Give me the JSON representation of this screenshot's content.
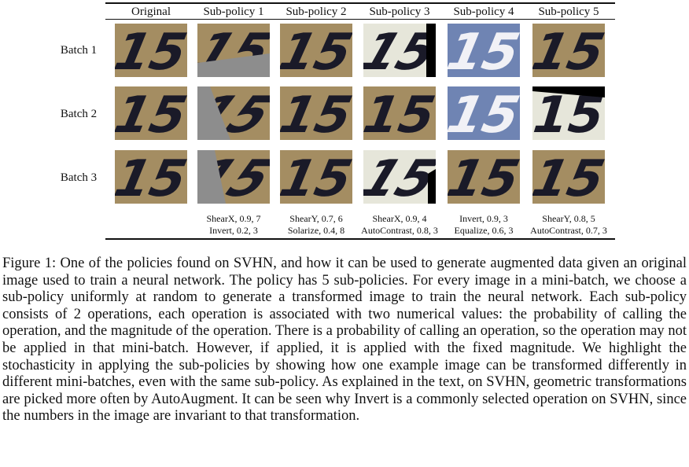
{
  "columns": [
    "Original",
    "Sub-policy 1",
    "Sub-policy 2",
    "Sub-policy 3",
    "Sub-policy 4",
    "Sub-policy 5"
  ],
  "rows": [
    "Batch 1",
    "Batch 2",
    "Batch 3"
  ],
  "tile_text": "15",
  "sub_policy_ops": [
    {
      "op1": "ShearX, 0.9, 7",
      "op2": "Invert, 0.2, 3"
    },
    {
      "op1": "ShearY, 0.7, 6",
      "op2": "Solarize, 0.4, 8"
    },
    {
      "op1": "ShearX, 0.9, 4",
      "op2": "AutoContrast, 0.8, 3"
    },
    {
      "op1": "Invert, 0.9, 3",
      "op2": "Equalize, 0.6, 3"
    },
    {
      "op1": "ShearY, 0.8, 5",
      "op2": "AutoContrast, 0.7, 3"
    }
  ],
  "caption": {
    "label": "Figure 1:",
    "text": "One of the policies found on SVHN, and how it can be used to generate augmented data given an original image used to train a neural network. The policy has 5 sub-policies. For every image in a mini-batch, we choose a sub-policy uniformly at random to generate a transformed image to train the neural network. Each sub-policy consists of 2 operations, each operation is associated with two numerical values: the probability of calling the operation, and the magnitude of the operation. There is a probability of calling an operation, so the operation may not be applied in that mini-batch. However, if applied, it is applied with the fixed magnitude. We highlight the stochasticity in applying the sub-policies by showing how one example image can be transformed differently in different mini-batches, even with the same sub-policy. As explained in the text, on SVHN, geometric transformations are picked more often by AutoAugment. It can be seen why Invert is a commonly selected operation on SVHN, since the numbers in the image are invariant to that transformation."
  },
  "colors": {
    "tan_bg": "#a48d62",
    "dark_digit": "#1a1a28",
    "gray_fill": "#8d8d8d",
    "light_bg": "#e6e6da",
    "blue_bg": "#6f84b3",
    "white_digit": "#f1f1f6",
    "black_fill": "#000000"
  }
}
